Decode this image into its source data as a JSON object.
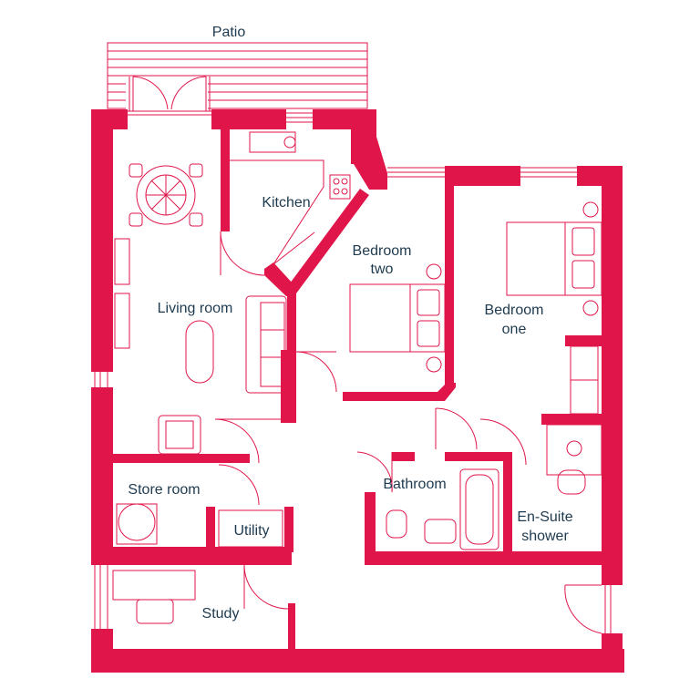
{
  "colors": {
    "wall": "#e0164a",
    "line": "#e0164a",
    "label": "#1e3a4f",
    "background": "#ffffff"
  },
  "labels": {
    "patio": "Patio",
    "kitchen": "Kitchen",
    "living_room": "Living room",
    "bedroom_two": [
      "Bedroom",
      "two"
    ],
    "bedroom_one": [
      "Bedroom",
      "one"
    ],
    "store_room": "Store room",
    "utility": "Utility",
    "bathroom": "Bathroom",
    "en_suite": [
      "En-Suite",
      "shower"
    ],
    "study": "Study"
  }
}
